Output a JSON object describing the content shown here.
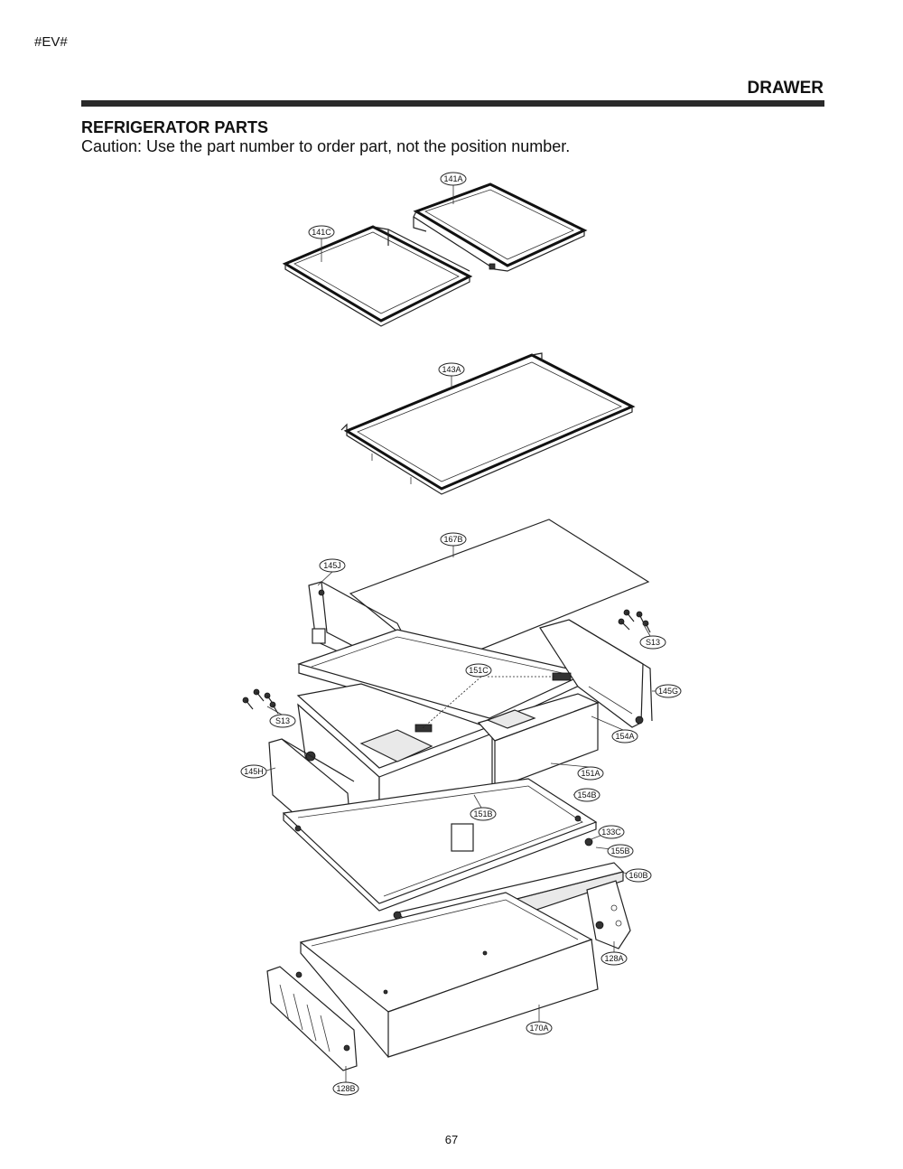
{
  "header": {
    "tag": "#EV#",
    "section": "DRAWER",
    "title": "REFRIGERATOR PARTS",
    "caution": "Caution: Use the part number to order part, not the position number."
  },
  "callouts": [
    {
      "id": "141A",
      "label": "141A"
    },
    {
      "id": "141C",
      "label": "141C"
    },
    {
      "id": "143A",
      "label": "143A"
    },
    {
      "id": "167B",
      "label": "167B"
    },
    {
      "id": "145J",
      "label": "145J"
    },
    {
      "id": "S13-right",
      "label": "S13"
    },
    {
      "id": "151C",
      "label": "151C"
    },
    {
      "id": "145G",
      "label": "145G"
    },
    {
      "id": "S13-left",
      "label": "S13"
    },
    {
      "id": "154A",
      "label": "154A"
    },
    {
      "id": "145H",
      "label": "145H"
    },
    {
      "id": "151A",
      "label": "151A"
    },
    {
      "id": "154B",
      "label": "154B"
    },
    {
      "id": "151B",
      "label": "151B"
    },
    {
      "id": "133C",
      "label": "133C"
    },
    {
      "id": "155B",
      "label": "155B"
    },
    {
      "id": "160B",
      "label": "160B"
    },
    {
      "id": "128A",
      "label": "128A"
    },
    {
      "id": "170A",
      "label": "170A"
    },
    {
      "id": "128B",
      "label": "128B"
    }
  ],
  "footer": {
    "page_number": "67"
  }
}
